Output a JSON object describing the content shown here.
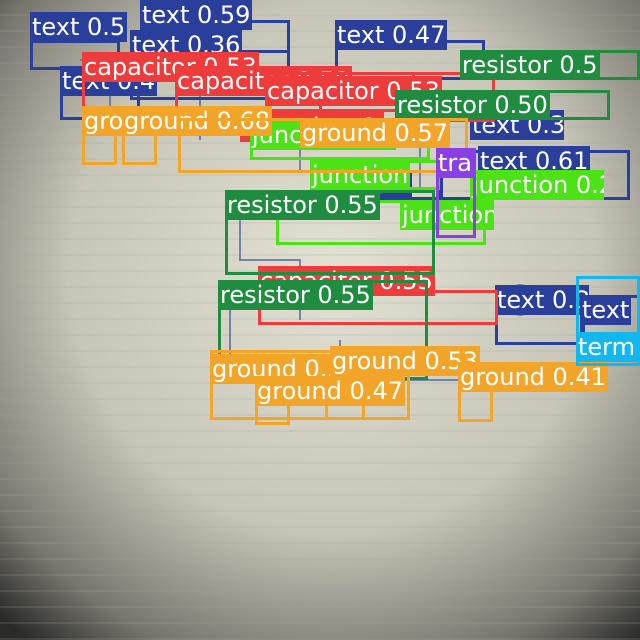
{
  "colors": {
    "text": "#2a3f9c",
    "capacitor": "#ee3b3b",
    "resistor": "#1f8c3f",
    "ground": "#f3a52a",
    "junction": "#4be316",
    "terminal": "#12b7f0",
    "transistor": "#8a3fe6"
  },
  "detections": [
    {
      "cls": "text",
      "label": "text 0.59"
    },
    {
      "cls": "text",
      "label": "text 0.5"
    },
    {
      "cls": "text",
      "label": "text 0.36"
    },
    {
      "cls": "text",
      "label": "text 0.47"
    },
    {
      "cls": "text",
      "label": "text 0.4"
    },
    {
      "cls": "text",
      "label": "text 0.38"
    },
    {
      "cls": "text",
      "label": "text 0.61"
    },
    {
      "cls": "text",
      "label": "text 0.4"
    },
    {
      "cls": "text",
      "label": "text 0.3"
    },
    {
      "cls": "text",
      "label": "text"
    },
    {
      "cls": "capacitor",
      "label": "capacitor 0.53"
    },
    {
      "cls": "capacitor",
      "label": "capacitor 0.50"
    },
    {
      "cls": "capacitor",
      "label": "capacitor 0.53"
    },
    {
      "cls": "capacitor",
      "label": "capacitor 0.60"
    },
    {
      "cls": "capacitor",
      "label": "capacitor 0.55"
    },
    {
      "cls": "junction",
      "label": "junction 0.6"
    },
    {
      "cls": "junction",
      "label": "junction"
    },
    {
      "cls": "junction",
      "label": "junction 0.25"
    },
    {
      "cls": "junction",
      "label": "junction 0.30"
    },
    {
      "cls": "resistor",
      "label": "resistor 0.5"
    },
    {
      "cls": "resistor",
      "label": "resistor 0.50"
    },
    {
      "cls": "resistor",
      "label": "resistor 0.55"
    },
    {
      "cls": "resistor",
      "label": "resistor 0.55"
    },
    {
      "cls": "ground",
      "label": "ground"
    },
    {
      "cls": "ground",
      "label": "ground 0.68"
    },
    {
      "cls": "ground",
      "label": "ground 0.57"
    },
    {
      "cls": "ground",
      "label": "ground 0.55"
    },
    {
      "cls": "ground",
      "label": "ground 0.53"
    },
    {
      "cls": "ground",
      "label": "ground 0.47"
    },
    {
      "cls": "ground",
      "label": "ground 0.41"
    },
    {
      "cls": "transistor",
      "label": "tra"
    },
    {
      "cls": "terminal",
      "label": "term"
    }
  ]
}
